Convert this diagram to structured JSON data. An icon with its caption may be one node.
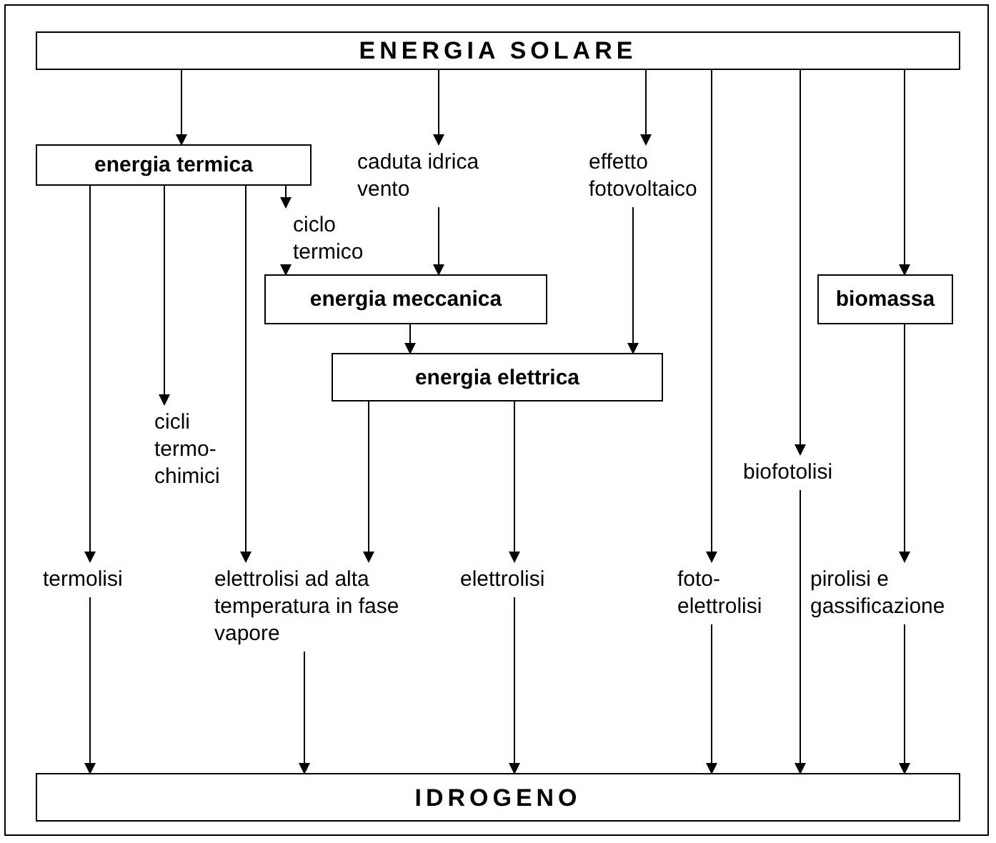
{
  "diagram": {
    "nodes": [
      {
        "text": [
          "ENERGIA SOLARE"
        ]
      },
      {
        "text": [
          "energia termica"
        ]
      },
      {
        "text": [
          "caduta idrica vento"
        ]
      },
      {
        "text": [
          "effetto fotovoltaico"
        ]
      },
      {
        "text": [
          "ciclo termico"
        ]
      },
      {
        "text": [
          "energia meccanica"
        ]
      },
      {
        "text": [
          "biomassa"
        ]
      },
      {
        "text": [
          "energia elettrica"
        ]
      },
      {
        "text": [
          "cicli termo-chimici"
        ]
      },
      {
        "text": [
          "biofotolisi"
        ]
      },
      {
        "text": [
          "termolisi"
        ]
      },
      {
        "text": [
          "elettrolisi ad alta temperatura in fase vapore"
        ]
      },
      {
        "text": [
          "elettrolisi"
        ]
      },
      {
        "text": [
          "foto-elettrolisi"
        ]
      },
      {
        "text": [
          "pirolisi e gassificazione"
        ]
      },
      {
        "text": [
          "IDROGENO"
        ]
      }
    ],
    "edges": [
      {
        "from": 0,
        "to": 1,
        "arrow": "to"
      },
      {
        "from": 0,
        "to": 2,
        "arrow": "to"
      },
      {
        "from": 0,
        "to": 3,
        "arrow": "to"
      },
      {
        "from": 0,
        "to": 13,
        "arrow": "to"
      },
      {
        "from": 0,
        "to": 9,
        "arrow": "to"
      },
      {
        "from": 0,
        "to": 6,
        "arrow": "to"
      },
      {
        "from": 1,
        "to": 10,
        "arrow": "to"
      },
      {
        "from": 1,
        "to": 8,
        "arrow": "to"
      },
      {
        "from": 1,
        "to": 11,
        "arrow": "to"
      },
      {
        "from": 1,
        "to": 4,
        "arrow": "to"
      },
      {
        "from": 4,
        "to": 5,
        "arrow": "to"
      },
      {
        "from": 2,
        "to": 5,
        "arrow": "to"
      },
      {
        "from": 5,
        "to": 7,
        "arrow": "to"
      },
      {
        "from": 3,
        "to": 7,
        "arrow": "to"
      },
      {
        "from": 7,
        "to": 11,
        "arrow": "to"
      },
      {
        "from": 7,
        "to": 12,
        "arrow": "to"
      },
      {
        "from": 6,
        "to": 14,
        "arrow": "to"
      },
      {
        "from": 10,
        "to": 15,
        "arrow": "to"
      },
      {
        "from": 11,
        "to": 15,
        "arrow": "to"
      },
      {
        "from": 12,
        "to": 15,
        "arrow": "to"
      },
      {
        "from": 13,
        "to": 15,
        "arrow": "to"
      },
      {
        "from": 9,
        "to": 15,
        "arrow": "to"
      },
      {
        "from": 14,
        "to": 15,
        "arrow": "to"
      }
    ]
  }
}
